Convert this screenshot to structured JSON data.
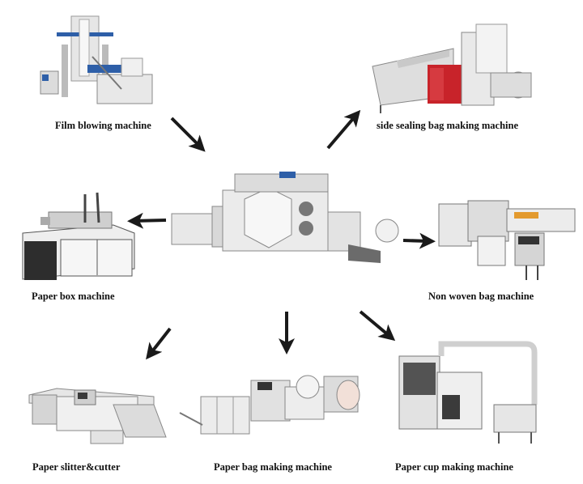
{
  "labels": {
    "film_blowing": "Film blowing machine",
    "side_sealing": "side sealing bag making machine",
    "paper_box": "Paper box machine",
    "non_woven": "Non woven bag machine",
    "slitter_cutter": "Paper slitter&cutter",
    "paper_bag": "Paper bag making machine",
    "paper_cup": "Paper cup making machine"
  },
  "colors": {
    "arrow": "#1a1a1a",
    "machine_white": "#f2f2f2",
    "machine_grey": "#9a9a9a",
    "machine_dark": "#3a3a3a",
    "accent_red": "#c8232a",
    "accent_blue": "#2e5fa8"
  }
}
